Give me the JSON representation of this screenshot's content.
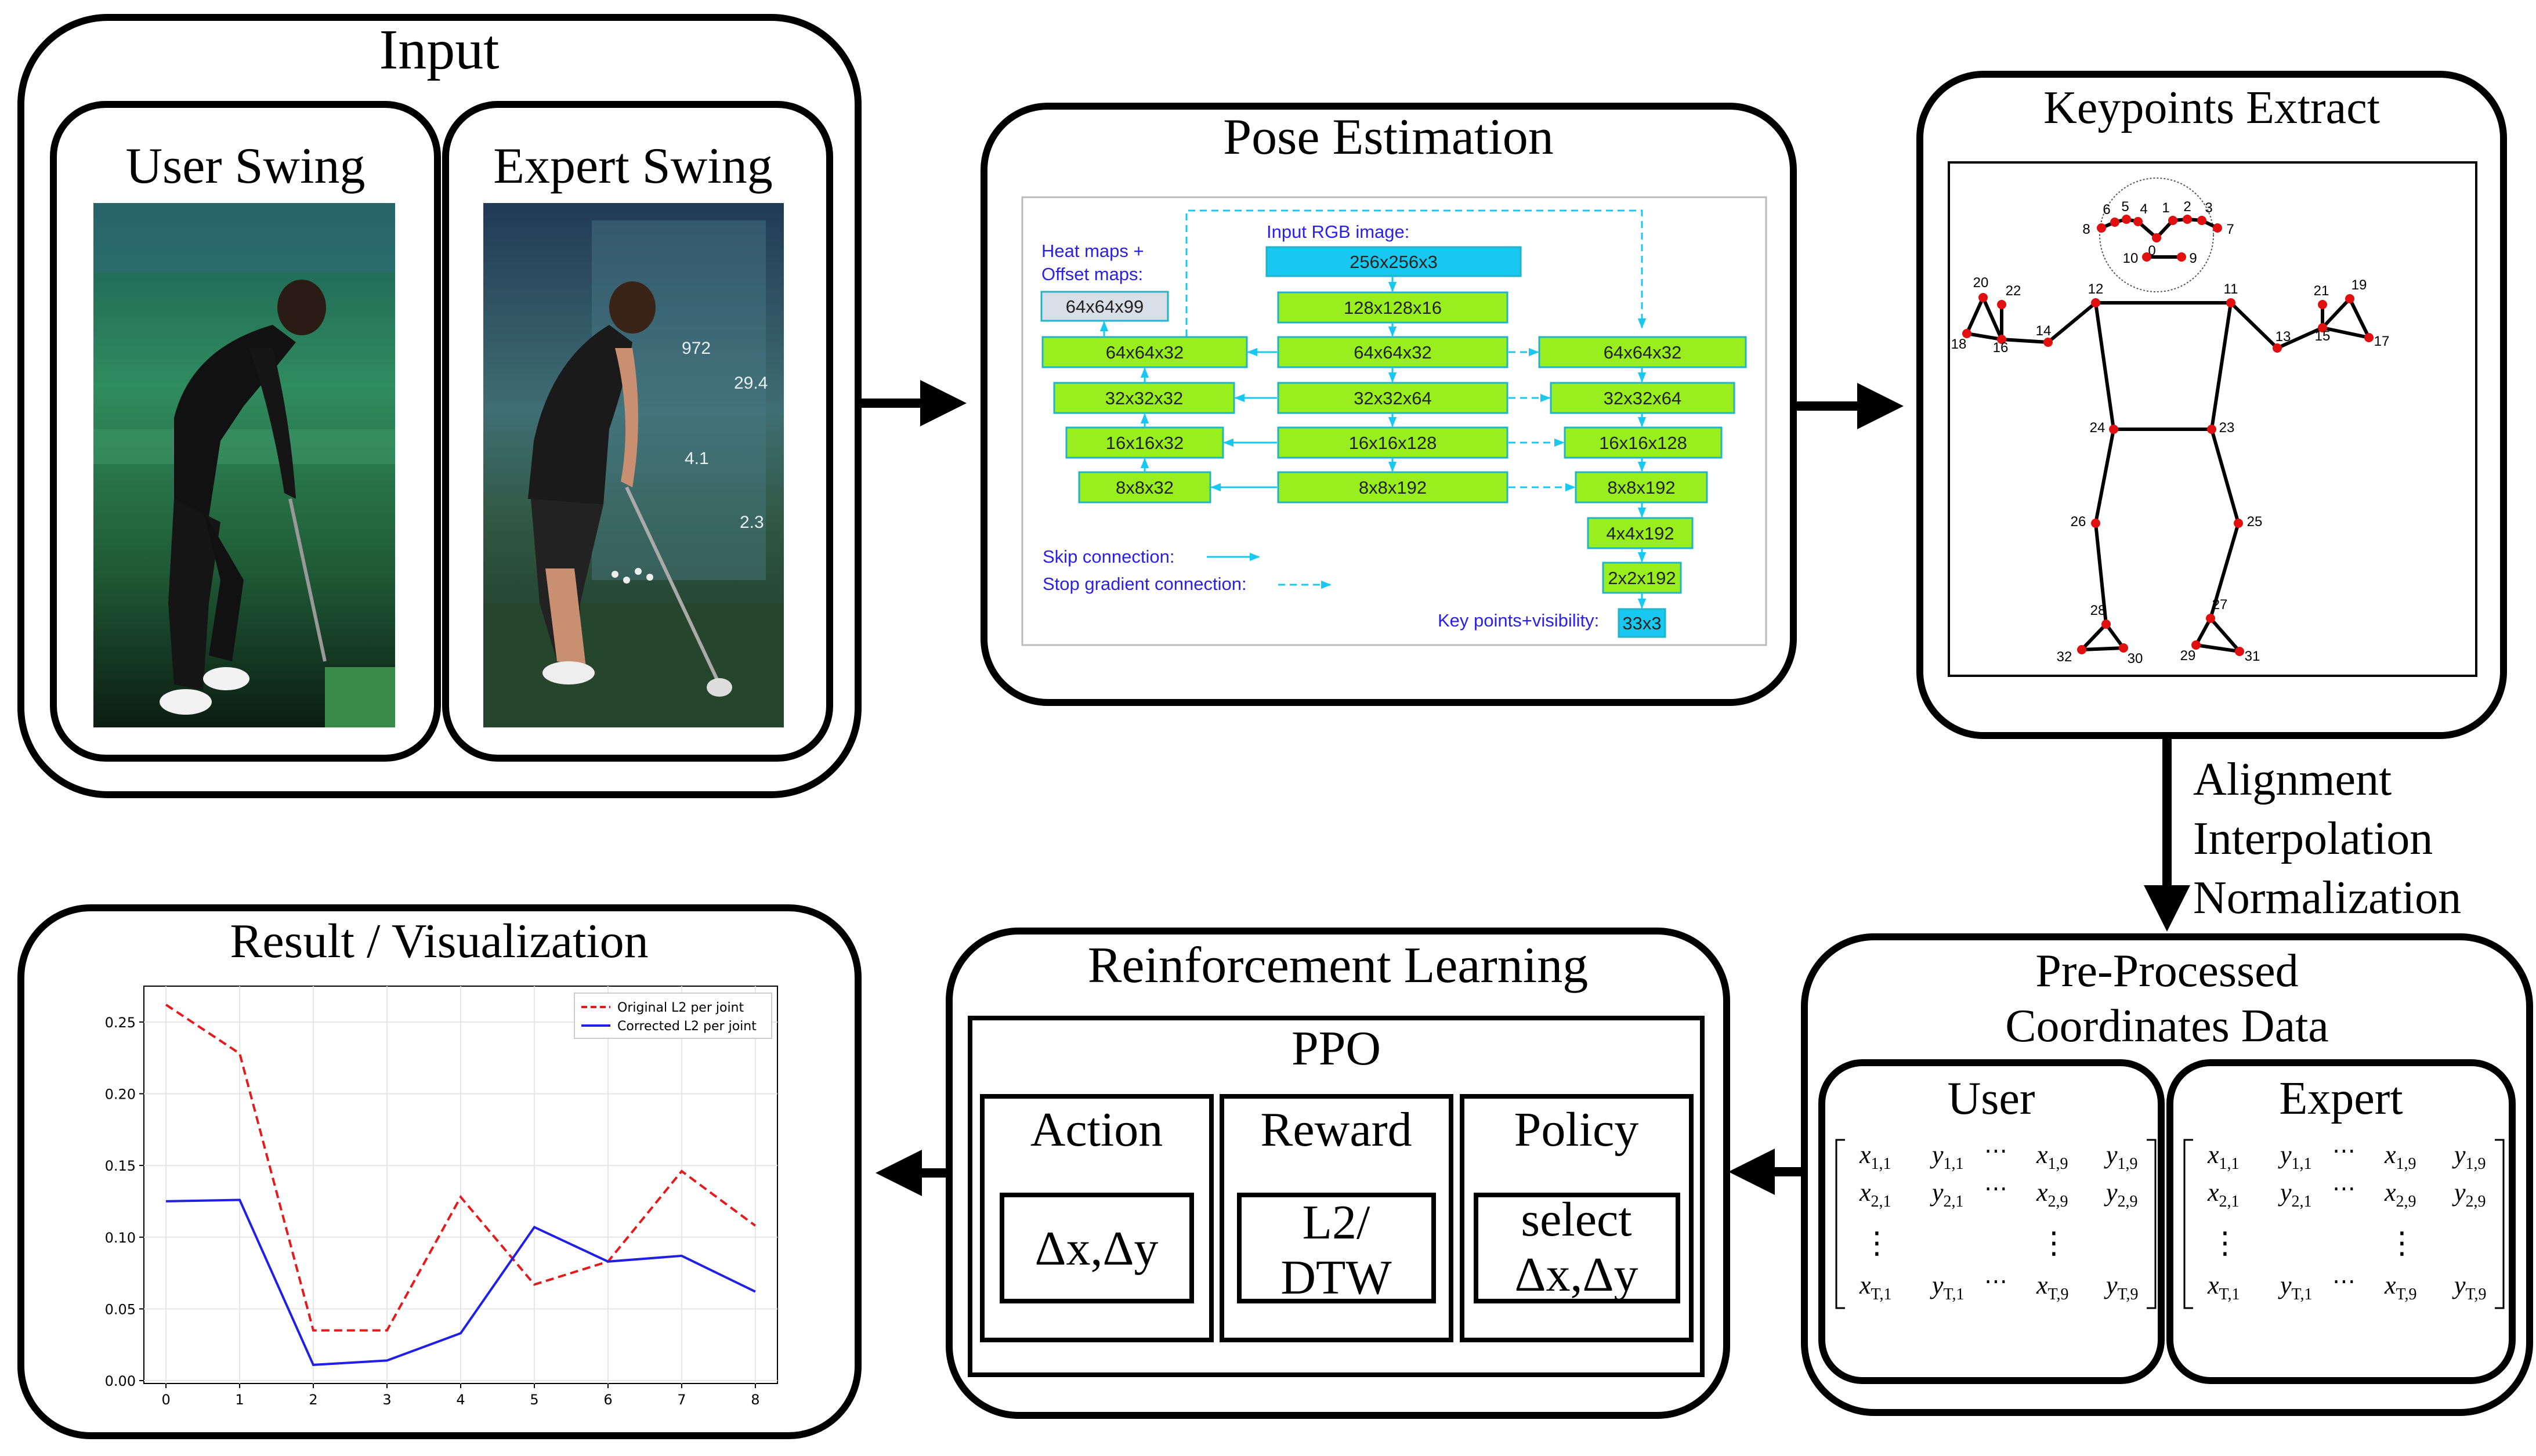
{
  "input": {
    "title": "Input",
    "user_swing": "User Swing",
    "expert_swing": "Expert Swing",
    "expert_screen_values": [
      "4.1",
      "29.4",
      "2.3",
      "972"
    ]
  },
  "pose": {
    "title": "Pose Estimation",
    "input_label": "Input RGB image:",
    "heatmap_label_1": "Heat maps +",
    "heatmap_label_2": "Offset maps:",
    "input_box": "256x256x3",
    "heatmap_box": "64x64x99",
    "encoder": [
      "128x128x16",
      "64x64x32",
      "32x32x64",
      "16x16x128",
      "8x8x192"
    ],
    "left_stack": [
      "64x64x32",
      "32x32x32",
      "16x16x32",
      "8x8x32"
    ],
    "right_stack": [
      "64x64x32",
      "32x32x64",
      "16x16x128",
      "8x8x192",
      "4x4x192",
      "2x2x192"
    ],
    "output_label": "Key points+visibility:",
    "output_box": "33x3",
    "legend_skip": "Skip connection:",
    "legend_stop": "Stop gradient connection:"
  },
  "keypoints": {
    "title": "Keypoints Extract",
    "labels": [
      "0",
      "1",
      "2",
      "3",
      "4",
      "5",
      "6",
      "7",
      "8",
      "9",
      "10",
      "11",
      "12",
      "13",
      "14",
      "15",
      "16",
      "17",
      "18",
      "19",
      "20",
      "21",
      "22",
      "23",
      "24",
      "25",
      "26",
      "27",
      "28",
      "29",
      "30",
      "31",
      "32"
    ]
  },
  "steps": {
    "line1": "Alignment",
    "line2": "Interpolation",
    "line3": "Normalization"
  },
  "preprocessed": {
    "title_1": "Pre-Processed",
    "title_2": "Coordinates Data",
    "user": "User",
    "expert": "Expert",
    "matrix": {
      "row1": [
        "x",
        "1,1",
        "y",
        "1,1",
        "x",
        "1,9",
        "y",
        "1,9"
      ],
      "row2": [
        "x",
        "2,1",
        "y",
        "2,1",
        "x",
        "2,9",
        "y",
        "2,9"
      ],
      "row3": [
        "x",
        "T,1",
        "y",
        "T,1",
        "x",
        "T,9",
        "y",
        "T,9"
      ],
      "hdots": "⋯",
      "vdots": "⋮"
    }
  },
  "rl": {
    "title": "Reinforcement Learning",
    "algo": "PPO",
    "action": "Action",
    "action_value": "Δx,Δy",
    "reward": "Reward",
    "reward_value_1": "L2/",
    "reward_value_2": "DTW",
    "policy": "Policy",
    "policy_value_1": "select",
    "policy_value_2": "Δx,Δy"
  },
  "result": {
    "title": "Result / Visualization"
  },
  "chart_data": {
    "type": "line",
    "x": [
      0,
      1,
      2,
      3,
      4,
      5,
      6,
      7,
      8
    ],
    "series": [
      {
        "name": "Original L2 per joint",
        "values": [
          0.262,
          0.228,
          0.035,
          0.035,
          0.128,
          0.067,
          0.083,
          0.146,
          0.108
        ],
        "color": "#e41a1c",
        "style": "dashed"
      },
      {
        "name": "Corrected L2 per joint",
        "values": [
          0.125,
          0.126,
          0.011,
          0.014,
          0.033,
          0.107,
          0.083,
          0.087,
          0.062
        ],
        "color": "#1f1fe6",
        "style": "solid"
      }
    ],
    "yticks": [
      "0.00",
      "0.05",
      "0.10",
      "0.15",
      "0.20",
      "0.25"
    ],
    "xticks": [
      "0",
      "1",
      "2",
      "3",
      "4",
      "5",
      "6",
      "7",
      "8"
    ],
    "xlim": [
      -0.3,
      8.3
    ],
    "ylim": [
      -0.002,
      0.275
    ],
    "grid": true,
    "legend": "top-right",
    "title": "",
    "xlabel": "",
    "ylabel": ""
  }
}
